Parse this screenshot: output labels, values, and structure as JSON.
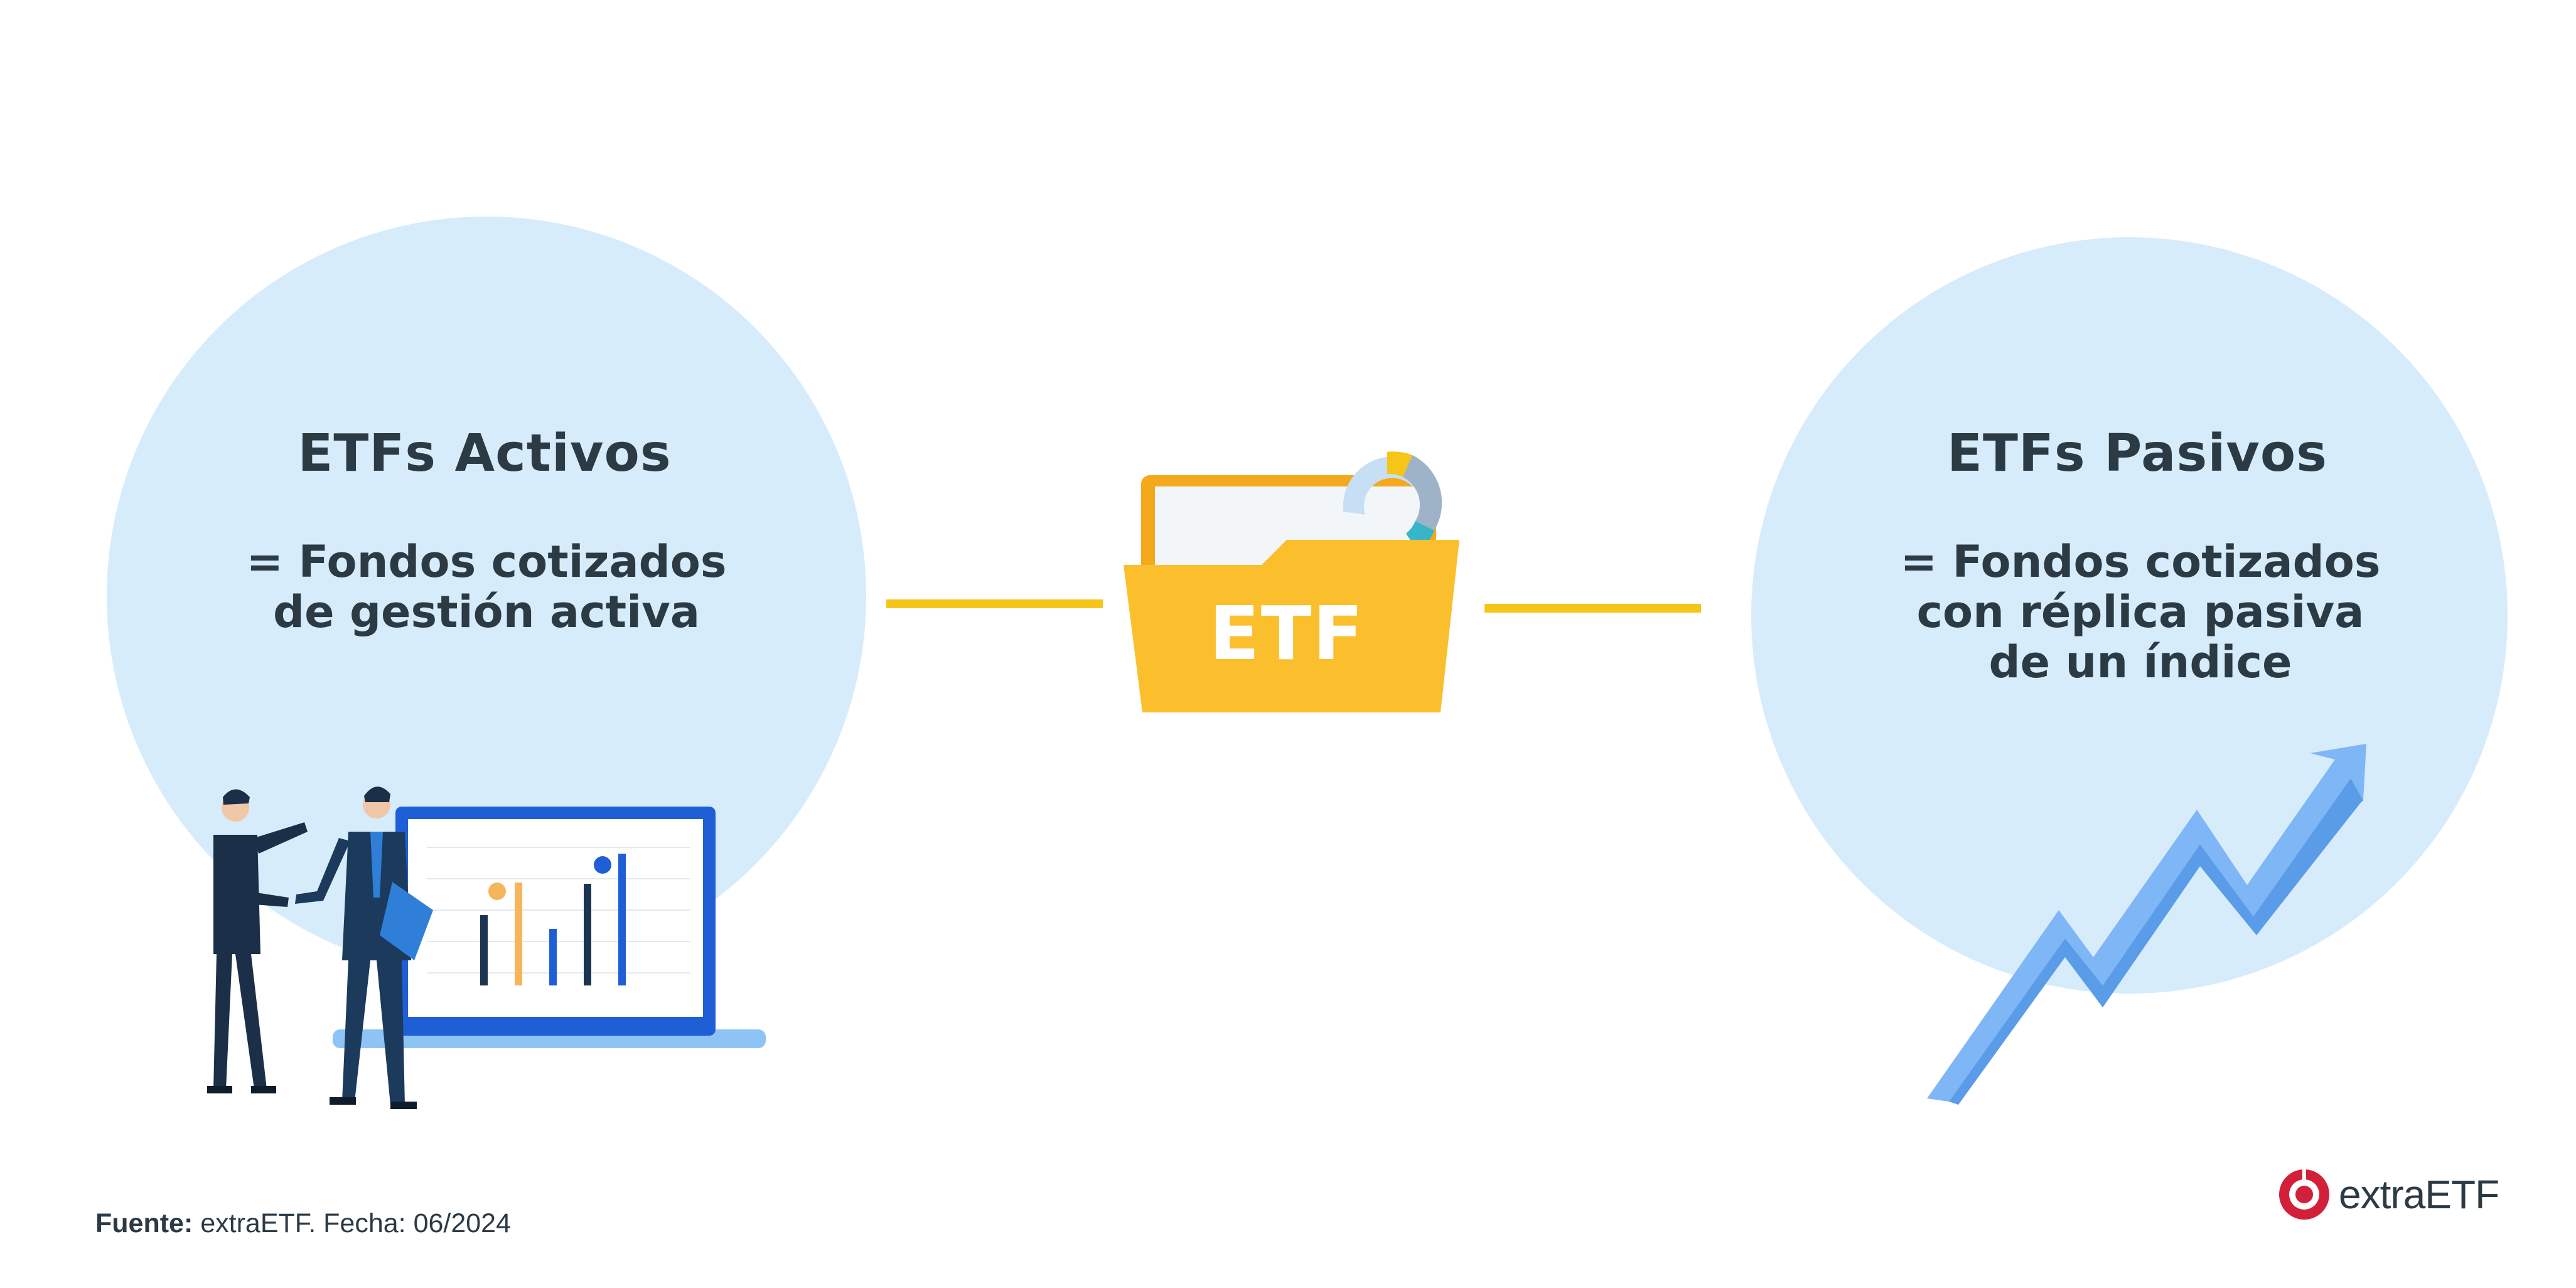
{
  "left": {
    "title": "ETFs Activos",
    "description": "= Fondos cotizados\nde gestión activa"
  },
  "center": {
    "folder_label": "ETF"
  },
  "right": {
    "title": "ETFs Pasivos",
    "description": "= Fondos cotizados\ncon réplica pasiva\nde un índice"
  },
  "footer": {
    "source_label": "Fuente:",
    "source_text": "extraETF. Fecha: 06/2024"
  },
  "brand": {
    "name": "extraETF",
    "icon": "extraetf-logo-icon"
  },
  "colors": {
    "circle": "#d6ecfb",
    "connector": "#f5c518",
    "folder": "#fbbf2e",
    "text": "#2c3a44",
    "brand_red": "#d3203a",
    "arrow": "#7fb6f5"
  }
}
